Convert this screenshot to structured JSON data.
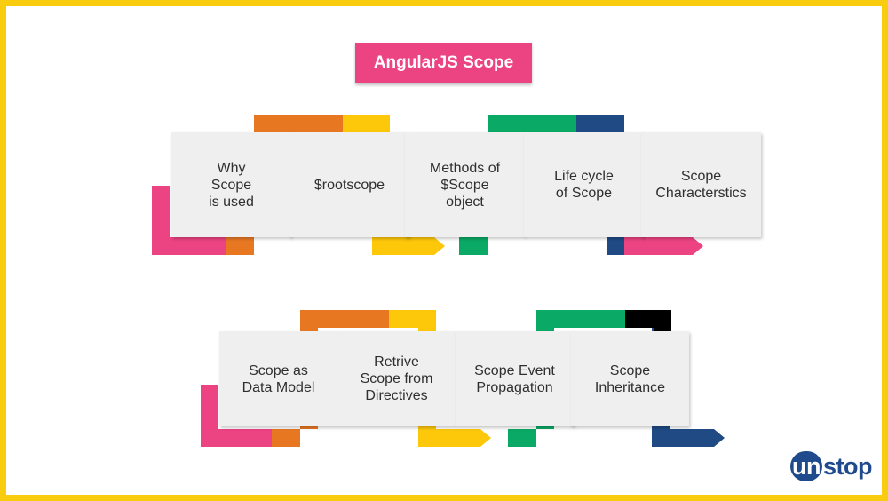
{
  "title": "AngularJS Scope",
  "rows": [
    {
      "steps": [
        "Why\nScope\nis used",
        "$rootscope",
        "Methods of\n$Scope\nobject",
        "Life cycle\nof Scope",
        "Scope\nCharacterstics"
      ]
    },
    {
      "steps": [
        "Scope as\nData Model",
        "Retrive\nScope from\nDirectives",
        "Scope Event\nPropagation",
        "Scope\nInheritance"
      ]
    }
  ],
  "colors": {
    "frame": "#f9cc10",
    "box": "#efefef",
    "pink": "#ec4382",
    "orange": "#e87722",
    "yellow": "#fec80a",
    "green": "#0aa965",
    "navy": "#1f4a84"
  },
  "logo": {
    "prefix": "un",
    "suffix": "stop"
  }
}
